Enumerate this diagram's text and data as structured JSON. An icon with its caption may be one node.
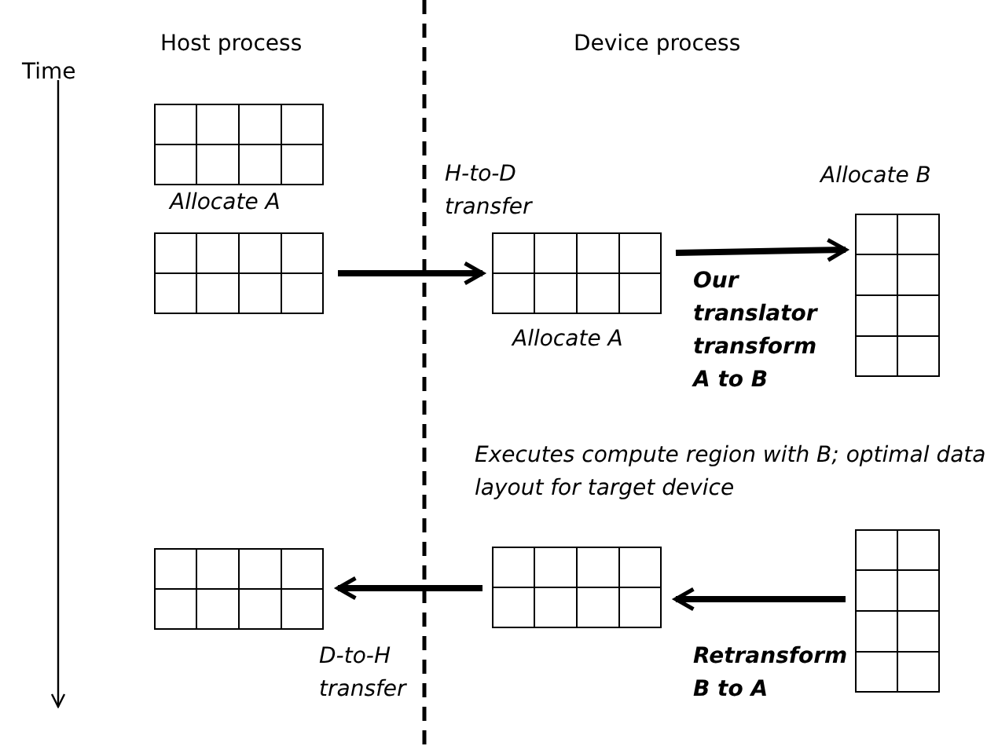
{
  "diagram": {
    "nodes": [
      {
        "text": [],
        "shape": "box",
        "beside": [
          "Allocate A"
        ]
      },
      {
        "text": [],
        "shape": "box"
      },
      {
        "text": [],
        "shape": "box",
        "beside": [
          "Allocate A"
        ]
      },
      {
        "text": [],
        "shape": "box",
        "beside": [
          "Allocate B"
        ]
      },
      {
        "text": [],
        "shape": "box"
      },
      {
        "text": [],
        "shape": "box"
      },
      {
        "text": [],
        "shape": "box"
      }
    ],
    "edges": [
      {
        "from": 1,
        "to": 2,
        "arrow": "to",
        "label": "H-to-D transfer"
      },
      {
        "from": 2,
        "to": 3,
        "arrow": "to",
        "label": "Our translator transform A to B"
      },
      {
        "from": 4,
        "to": 5,
        "arrow": "to",
        "label": "Retransform B to A"
      },
      {
        "from": 5,
        "to": 6,
        "arrow": "to",
        "label": "D-to-H transfer"
      }
    ],
    "labels": [
      "Host process",
      "Device process",
      "Time",
      "Executes compute region with B; optimal data layout for target device"
    ]
  }
}
